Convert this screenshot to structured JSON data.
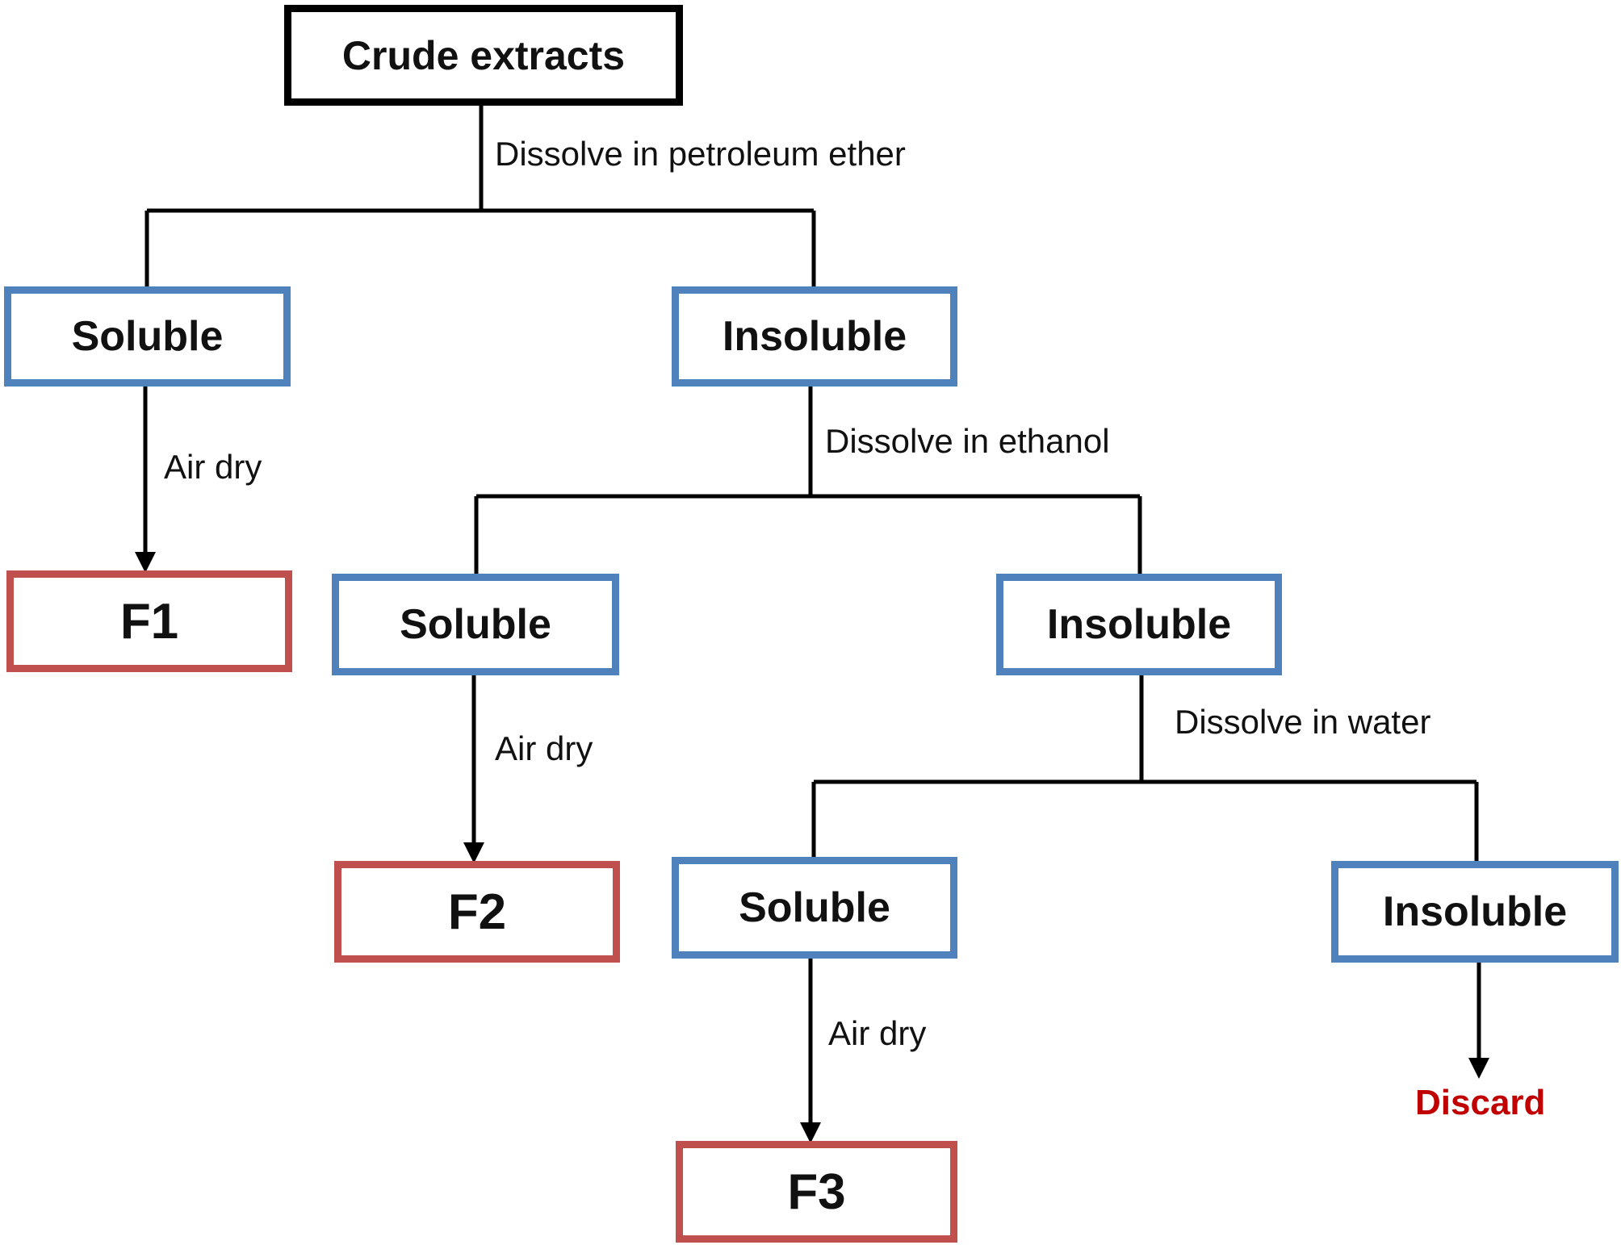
{
  "diagram": {
    "root": "Crude extracts",
    "steps": {
      "petroleum_ether": "Dissolve in petroleum ether",
      "ethanol": "Dissolve in ethanol",
      "water": "Dissolve in water",
      "air_dry_1": "Air dry",
      "air_dry_2": "Air dry",
      "air_dry_3": "Air dry"
    },
    "level1": {
      "soluble": "Soluble",
      "insoluble": "Insoluble"
    },
    "level2": {
      "soluble": "Soluble",
      "insoluble": "Insoluble"
    },
    "level3": {
      "soluble": "Soluble",
      "insoluble": "Insoluble"
    },
    "fractions": {
      "f1": "F1",
      "f2": "F2",
      "f3": "F3"
    },
    "discard": "Discard",
    "colors": {
      "root_border": "#000000",
      "intermediate_border": "#4f81bd",
      "fraction_border": "#c0504d",
      "discard_text": "#c00000"
    }
  }
}
